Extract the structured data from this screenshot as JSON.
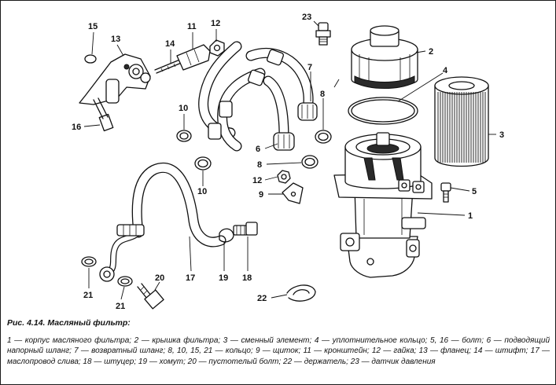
{
  "figure": {
    "title": "Рис. 4.14. Масляный фильтр:",
    "legend": "1 — корпус масляного фильтра; 2 — крышка фильтра; 3 — сменный элемент; 4 — уплотнительное кольцо; 5, 16 — болт; 6 — подводящий напорный шланг; 7 — возвратный шланг; 8, 10, 15, 21 — кольцо; 9 — щиток; 11 — кронштейн; 12 — гайка; 13 — фланец; 14 — штифт; 17 — маслопровод слива; 18 — штуцер; 19 — хомут; 20 — пустотелый болт; 22 — держатель; 23 — датчик давления"
  },
  "callouts": {
    "c1": "1",
    "c2": "2",
    "c3": "3",
    "c4": "4",
    "c5": "5",
    "c6": "6",
    "c7": "7",
    "c8a": "8",
    "c8b": "8",
    "c9": "9",
    "c10a": "10",
    "c10b": "10",
    "c11": "11",
    "c12a": "12",
    "c12b": "12",
    "c13": "13",
    "c14": "14",
    "c15": "15",
    "c16": "16",
    "c17": "17",
    "c18": "18",
    "c19": "19",
    "c20": "20",
    "c21a": "21",
    "c21b": "21",
    "c22": "22",
    "c23": "23"
  }
}
